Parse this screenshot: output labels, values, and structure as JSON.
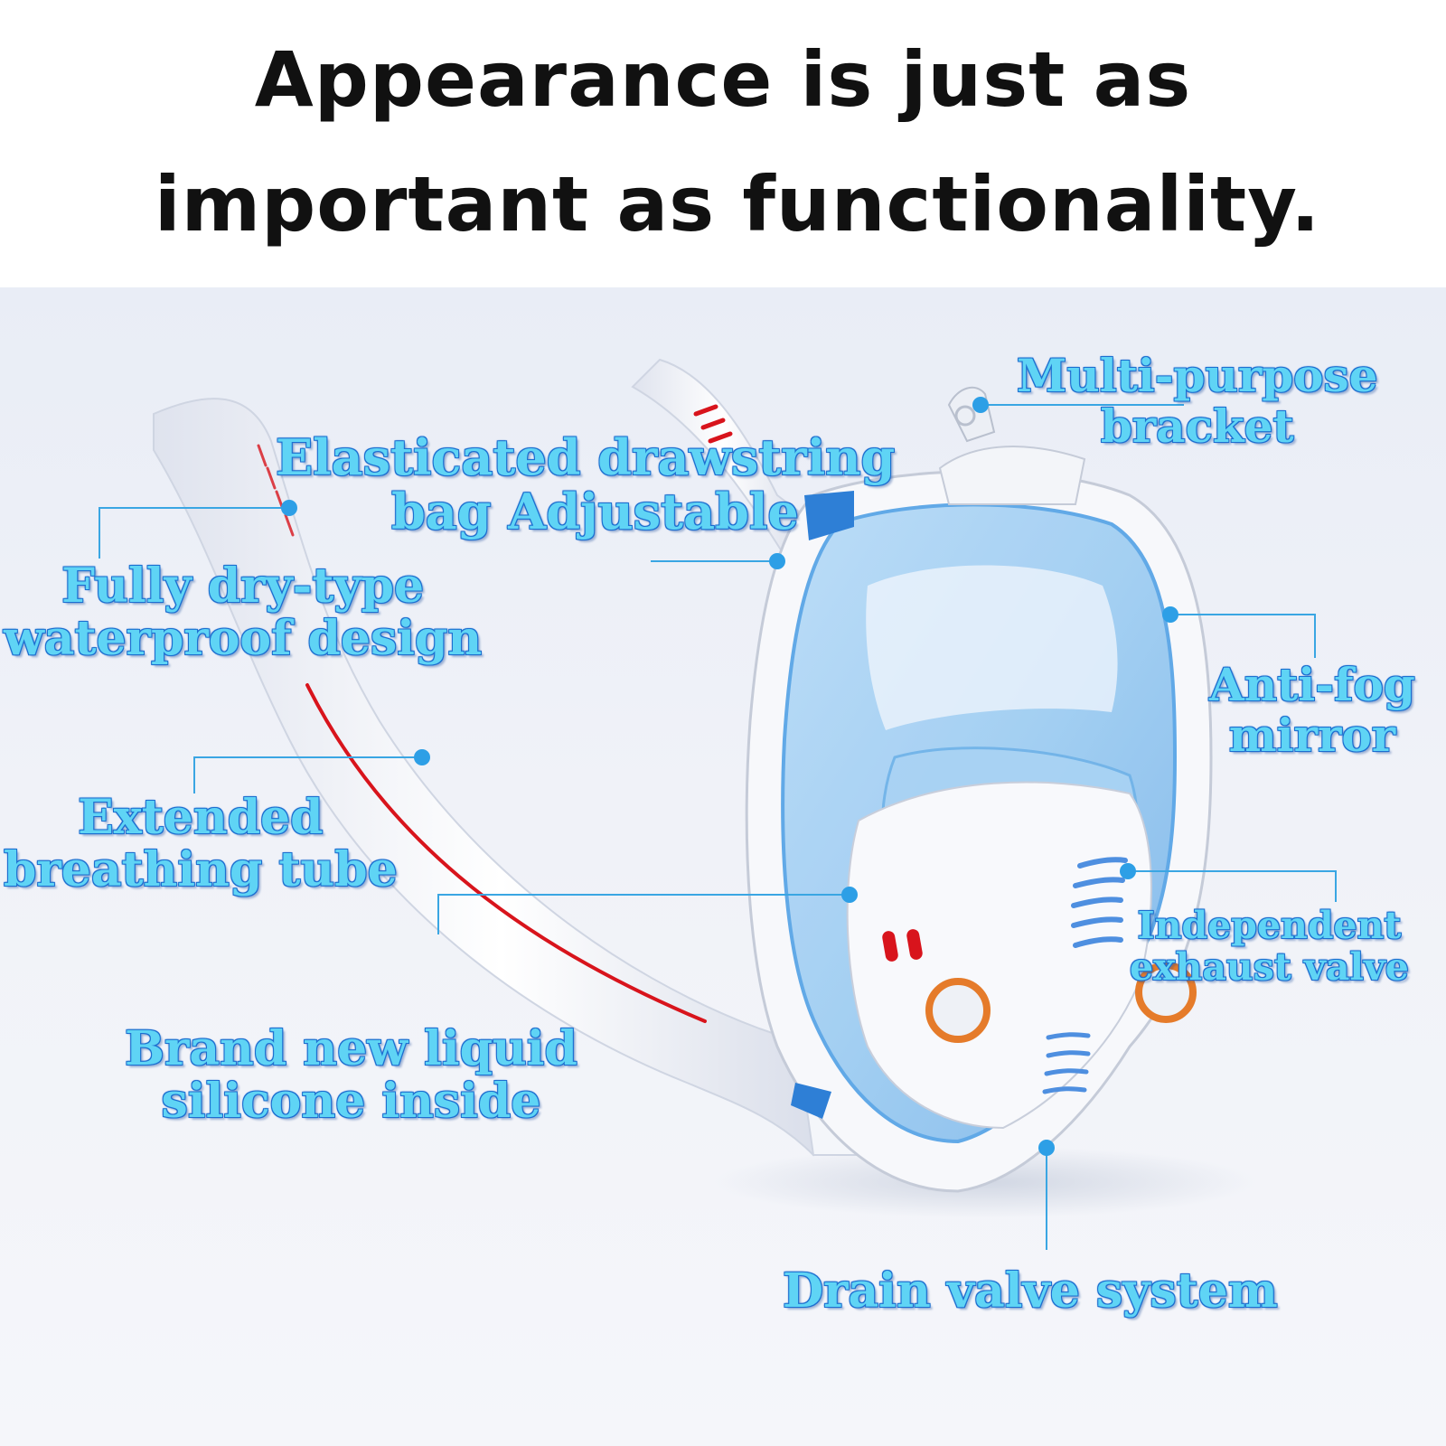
{
  "headline": {
    "line1": "Appearance is just as",
    "line2": "important as functionality."
  },
  "labels": {
    "bracket": {
      "line1": "Multi-purpose",
      "line2": "bracket"
    },
    "drawstring": {
      "line1": "Elasticated drawstring",
      "line2": "bag Adjustable"
    },
    "dry_type": {
      "line1": "Fully dry-type",
      "line2": "waterproof design"
    },
    "anti_fog": {
      "line1": "Anti-fog",
      "line2": "mirror"
    },
    "tube": {
      "line1": "Extended",
      "line2": "breathing tube"
    },
    "exhaust": {
      "line1": "Independent",
      "line2": "exhaust valve"
    },
    "silicone": {
      "line1": "Brand new liquid",
      "line2": "silicone inside"
    },
    "drain": {
      "line1": "Drain valve system"
    }
  },
  "colors": {
    "label_fill": "#5fd4f5",
    "label_outline": "#1e6fd0",
    "leader_line": "#3aa6e3",
    "mask_blue": "#8fc6f0",
    "tube_stripe": "#d8141c"
  }
}
